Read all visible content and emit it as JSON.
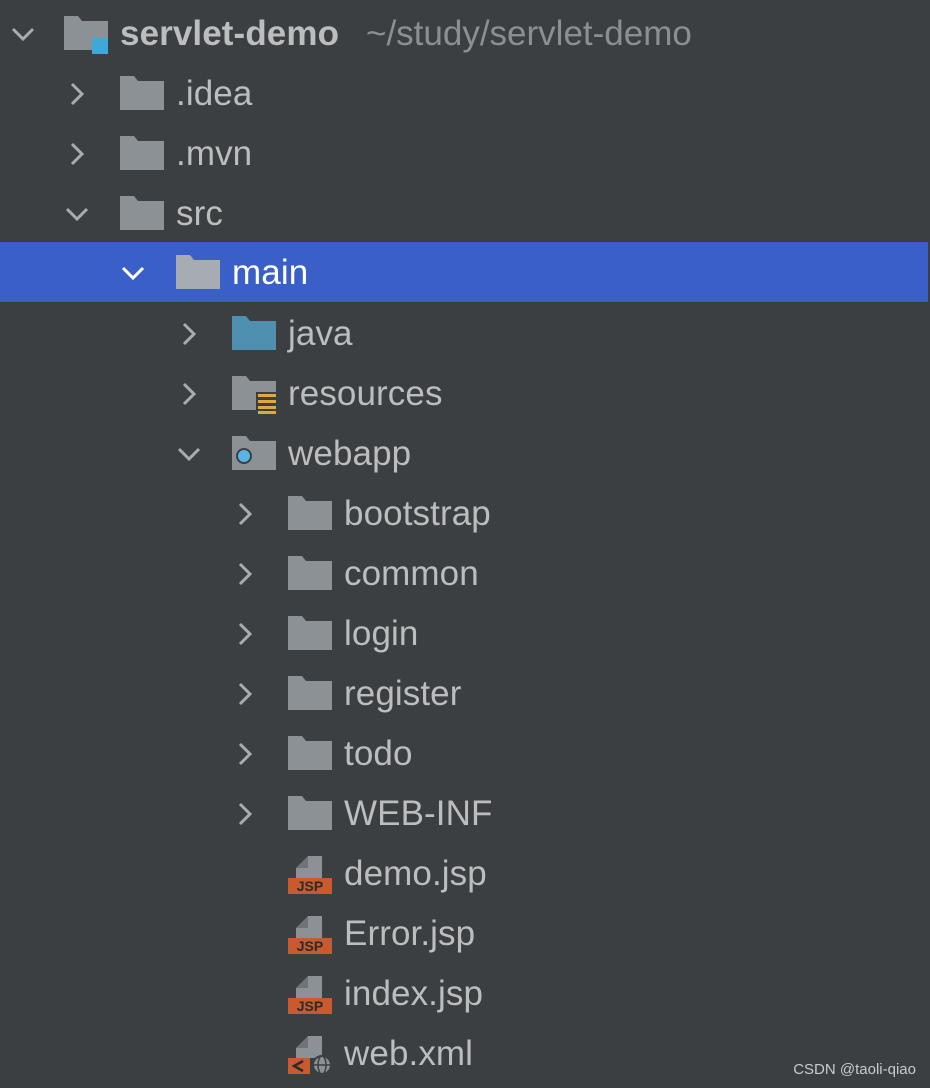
{
  "project_tree": {
    "root": {
      "label": "servlet-demo",
      "path_hint": "~/study/servlet-demo",
      "icon": "module-folder-icon"
    },
    "items": [
      {
        "label": ".idea",
        "icon": "folder-icon",
        "expanded": false
      },
      {
        "label": ".mvn",
        "icon": "folder-icon",
        "expanded": false
      },
      {
        "label": "src",
        "icon": "folder-icon",
        "expanded": true
      },
      {
        "label": "main",
        "icon": "folder-icon",
        "expanded": true,
        "selected": true
      },
      {
        "label": "java",
        "icon": "source-root-folder-icon",
        "expanded": false
      },
      {
        "label": "resources",
        "icon": "resources-folder-icon",
        "expanded": false
      },
      {
        "label": "webapp",
        "icon": "web-folder-icon",
        "expanded": true
      },
      {
        "label": "bootstrap",
        "icon": "folder-icon",
        "expanded": false
      },
      {
        "label": "common",
        "icon": "folder-icon",
        "expanded": false
      },
      {
        "label": "login",
        "icon": "folder-icon",
        "expanded": false
      },
      {
        "label": "register",
        "icon": "folder-icon",
        "expanded": false
      },
      {
        "label": "todo",
        "icon": "folder-icon",
        "expanded": false
      },
      {
        "label": "WEB-INF",
        "icon": "folder-icon",
        "expanded": false
      },
      {
        "label": "demo.jsp",
        "icon": "jsp-file-icon"
      },
      {
        "label": "Error.jsp",
        "icon": "jsp-file-icon"
      },
      {
        "label": "index.jsp",
        "icon": "jsp-file-icon"
      },
      {
        "label": "web.xml",
        "icon": "web-xml-file-icon"
      }
    ],
    "jsp_badge_text": "JSP"
  },
  "colors": {
    "background": "#3c3f41",
    "selection": "#3a5fc6",
    "text": "#bbbdbf",
    "folder": "#8c9196",
    "source_root": "#4f8fb0",
    "jsp_badge": "#c75b2e",
    "module_accent": "#40a8d8"
  },
  "watermark": "CSDN @taoli-qiao"
}
